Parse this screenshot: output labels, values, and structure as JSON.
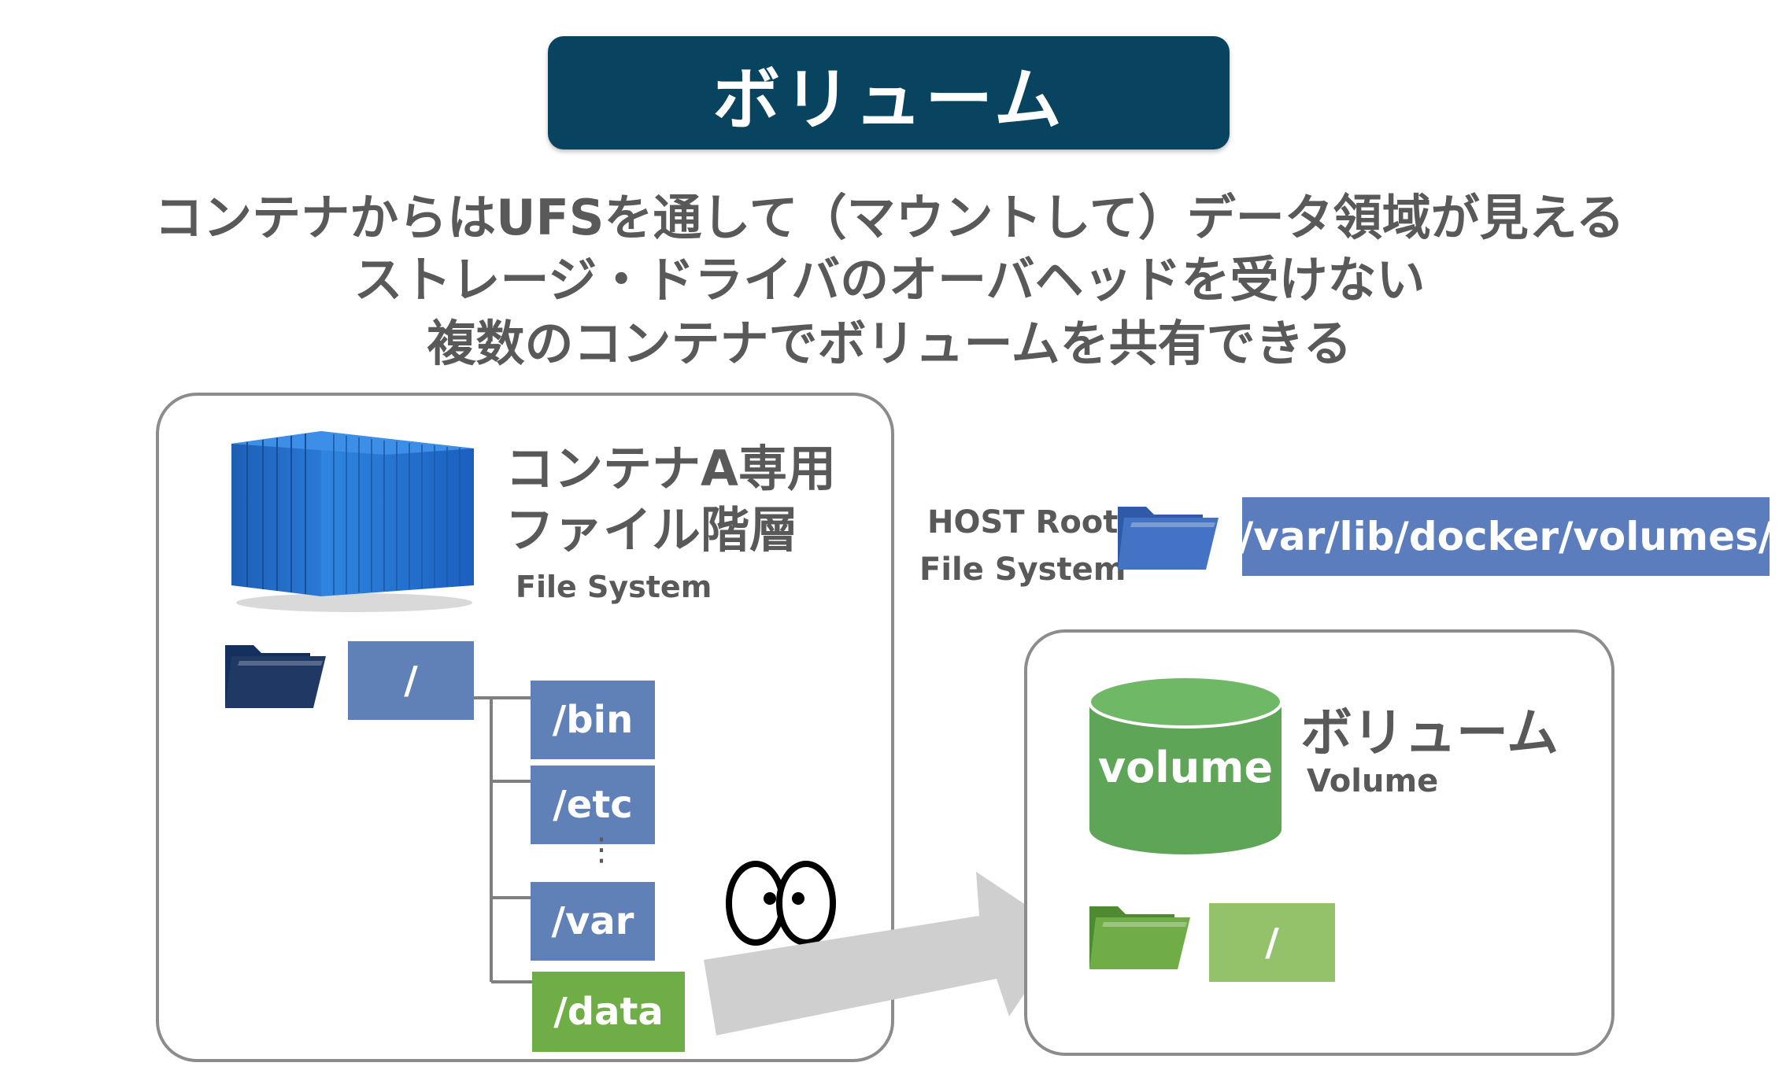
{
  "title": "ボリューム",
  "description_lines": [
    "コンテナからはUFSを通して（マウントして）データ領域が見える",
    "ストレージ・ドライバのオーバヘッドを受けない",
    "複数のコンテナでボリュームを共有できる"
  ],
  "container_panel": {
    "title_line1": "コンテナA専用",
    "title_line2": "ファイル階層",
    "subtitle": "File System",
    "root_dir": "/",
    "dirs": [
      "/bin",
      "/etc",
      "⋮",
      "/var",
      "/data"
    ]
  },
  "host": {
    "label_line1": "HOST Root",
    "label_line2": "File System",
    "path": "/var/lib/docker/volumes/"
  },
  "volume_panel": {
    "cylinder_label": "volume",
    "title": "ボリューム",
    "subtitle": "Volume",
    "root_dir": "/"
  },
  "colors": {
    "banner": "#08445f",
    "dir_blue": "#6080b8",
    "dir_green": "#6fad46",
    "volume_green": "#5fa557",
    "folder_dark_navy": "#1f3864",
    "folder_blue": "#4472c4",
    "folder_green": "#70ad47",
    "arrow_gray": "#d0d0d0"
  },
  "icons": [
    "shipping-container-icon",
    "folder-icon",
    "eyes-icon",
    "database-cylinder-icon",
    "arrow-right-icon"
  ]
}
